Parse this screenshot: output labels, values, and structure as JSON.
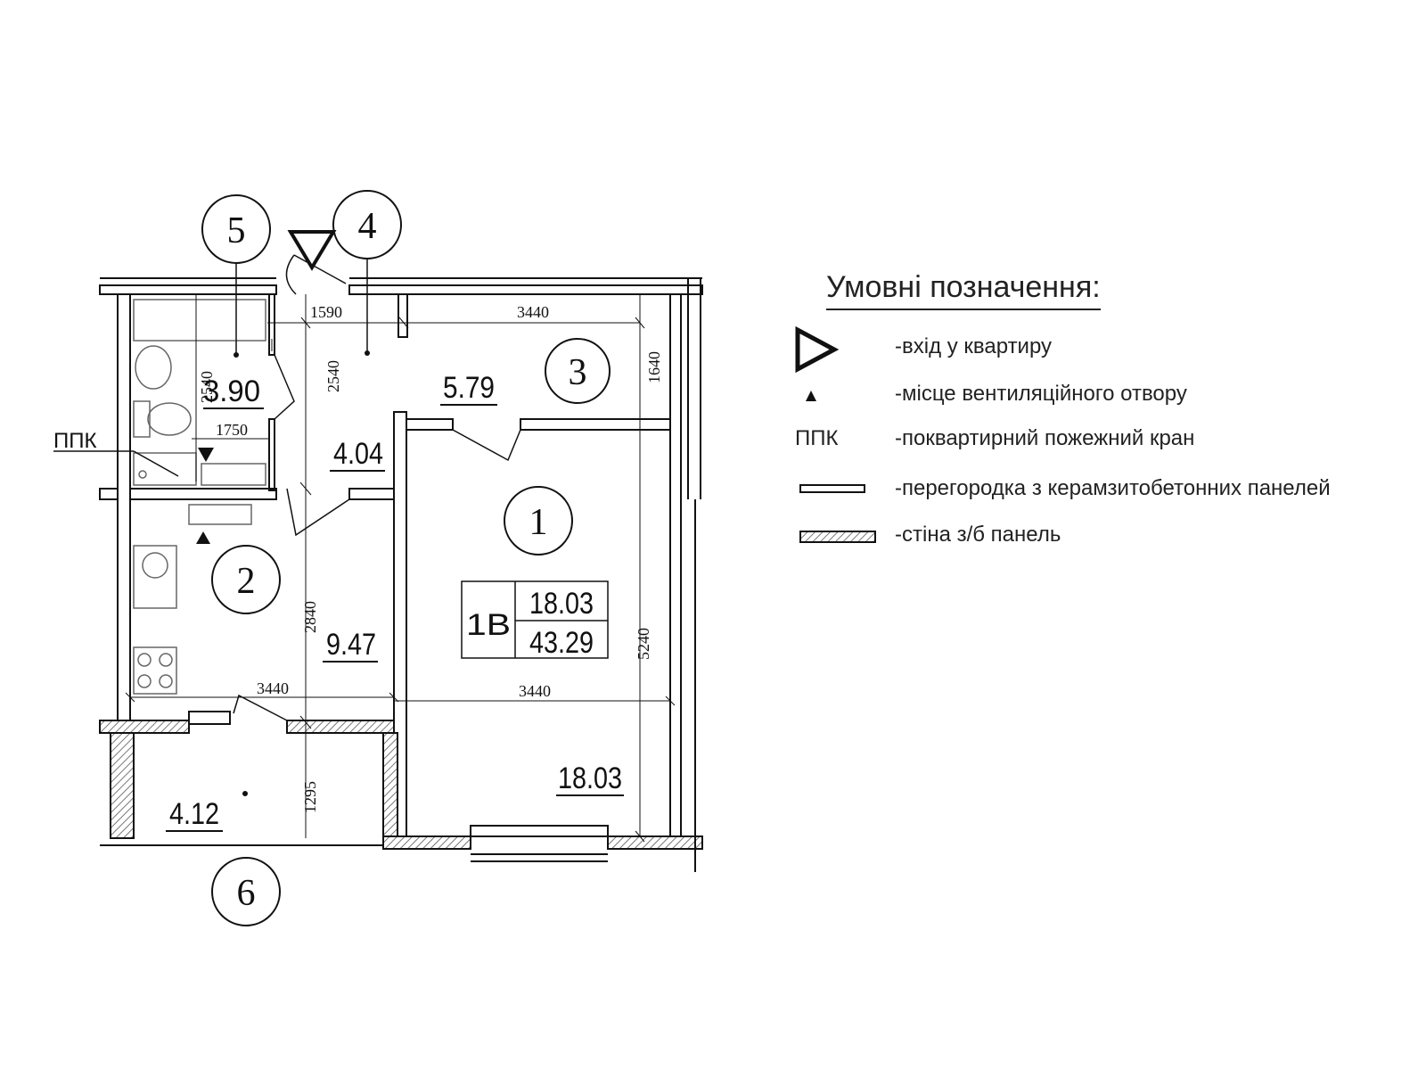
{
  "rooms": {
    "1": {
      "number": "1",
      "area": "18.03"
    },
    "2": {
      "number": "2",
      "area": "9.47"
    },
    "3": {
      "number": "3",
      "area": "5.79"
    },
    "4": {
      "number": "4",
      "area": "4.04"
    },
    "5": {
      "number": "5",
      "area": "3.90"
    },
    "6": {
      "number": "6",
      "area": "4.12"
    }
  },
  "apartment": {
    "type": "1В",
    "living_area": "18.03",
    "total_area": "43.29"
  },
  "dimensions": {
    "d1590": "1590",
    "d3440_top": "3440",
    "d1640": "1640",
    "d2540_bath": "2540",
    "d2540_hall": "2540",
    "d1750": "1750",
    "d2840": "2840",
    "d3440_kitchen": "3440",
    "d3440_room": "3440",
    "d5240": "5240",
    "d1295": "1295"
  },
  "labels": {
    "ppk": "ППК"
  },
  "legend": {
    "title": "Умовні позначення:",
    "items": [
      {
        "symbol": "entrance-triangle",
        "text": "-вхід у квартиру"
      },
      {
        "symbol": "ventilation-triangle",
        "text": "-місце вентиляційного отвору"
      },
      {
        "symbol": "ППК",
        "text": "-поквартирний пожежний кран"
      },
      {
        "symbol": "partition-bar",
        "text": "-перегородка з керамзитобетонних панелей"
      },
      {
        "symbol": "wall-bar-hatched",
        "text": "-стіна з/б панель"
      }
    ]
  }
}
